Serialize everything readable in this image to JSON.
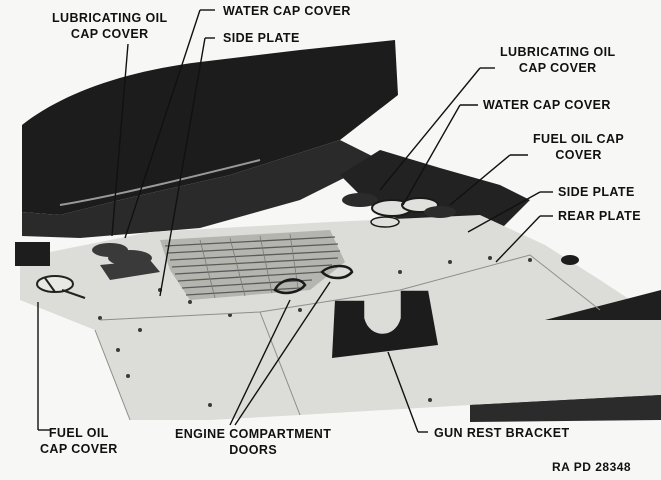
{
  "labels": {
    "lub_oil_left": [
      "LUBRICATING OIL",
      "CAP COVER"
    ],
    "water_cap_top": "WATER CAP COVER",
    "side_plate_top": "SIDE PLATE",
    "lub_oil_right": [
      "LUBRICATING OIL",
      "CAP COVER"
    ],
    "water_cap_right": "WATER CAP COVER",
    "fuel_oil_right": [
      "FUEL OIL CAP",
      "COVER"
    ],
    "side_plate_right": "SIDE PLATE",
    "rear_plate": "REAR PLATE",
    "fuel_oil_left": [
      "FUEL OIL",
      "CAP COVER"
    ],
    "engine_doors": [
      "ENGINE COMPARTMENT",
      "DOORS"
    ],
    "gun_rest": "GUN REST BRACKET"
  },
  "reference": "RA PD 28348",
  "colors": {
    "ink": "#111111",
    "dark": "#1c1c1c",
    "hull": "#dcdcd8",
    "paper": "#f7f7f5"
  }
}
